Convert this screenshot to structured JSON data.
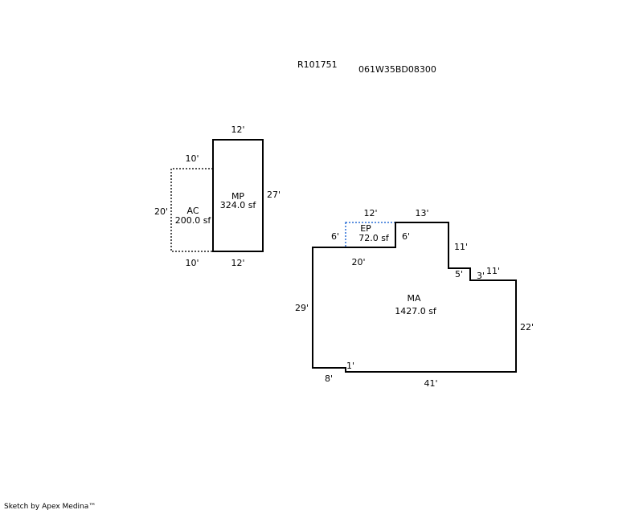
{
  "header": {
    "account": "R101751",
    "map_taxlot": "061W35BD08300"
  },
  "areas": {
    "mp": {
      "code": "MP",
      "area": "324.0 sf"
    },
    "ac": {
      "code": "AC",
      "area": "200.0 sf"
    },
    "ep": {
      "code": "EP",
      "area": "72.0 sf"
    },
    "ma": {
      "code": "MA",
      "area": "1427.0 sf"
    }
  },
  "dims": {
    "mp_top": "12'",
    "mp_right": "27'",
    "mp_bottom": "12'",
    "ac_top": "10'",
    "ac_left": "20'",
    "ac_bottom": "10'",
    "ep_top": "12'",
    "ep_left": "6'",
    "ep_right": "6'",
    "ma_13": "13'",
    "ma_11_upper": "11'",
    "ma_5": "5'",
    "ma_3": "3'",
    "ma_11_lower": "11'",
    "ma_20": "20'",
    "ma_29": "29'",
    "ma_22": "22'",
    "ma_1": "1'",
    "ma_8": "8'",
    "ma_41": "41'"
  },
  "colors": {
    "solid_line": "#000000",
    "ac_dotted": "#555555",
    "ep_dotted": "#2a6fd6"
  },
  "footer": {
    "credit": "Sketch by Apex Medina™"
  }
}
